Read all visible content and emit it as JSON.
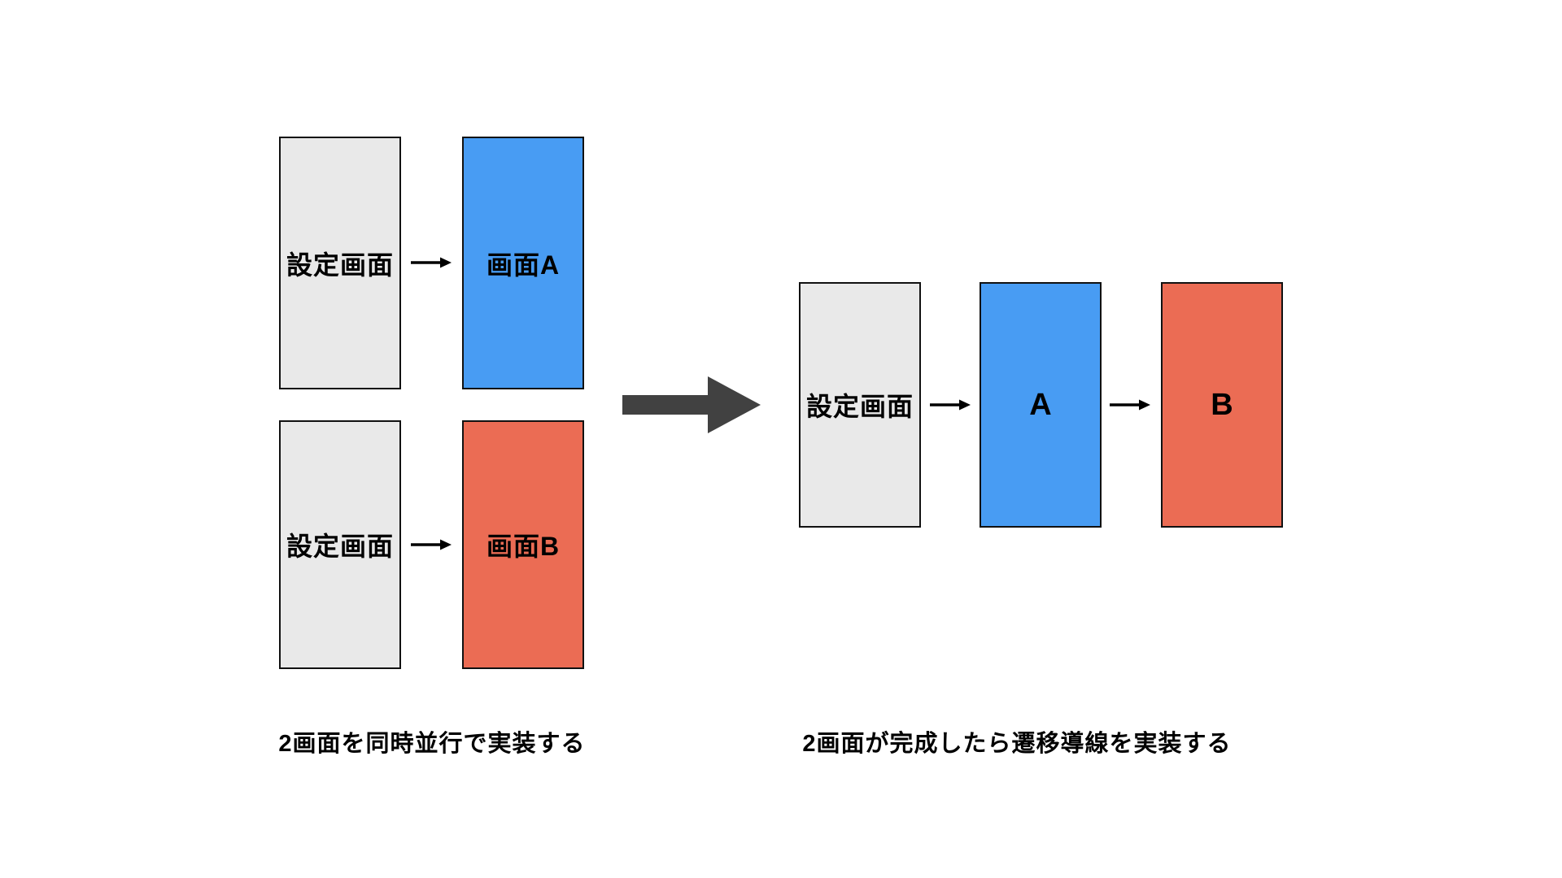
{
  "diagram": {
    "title_visible": false,
    "colors": {
      "background": "#FFFFFF",
      "gray_fill": "#E9E9E9",
      "blue_fill": "#489CF3",
      "red_fill": "#EB6C54",
      "box_border": "#111111",
      "small_arrow": "#000000",
      "big_arrow": "#414141",
      "text": "#000000"
    },
    "left_group": {
      "caption": "2画面を同時並行で実装する",
      "rows": [
        {
          "source_label": "設定画面",
          "target_label": "画面A",
          "target_color": "#489CF3"
        },
        {
          "source_label": "設定画面",
          "target_label": "画面B",
          "target_color": "#EB6C54"
        }
      ]
    },
    "transform_arrow": {
      "meaning": "then"
    },
    "right_group": {
      "caption": "2画面が完成したら遷移導線を実装する",
      "flow": [
        {
          "label": "設定画面",
          "fill": "#E9E9E9"
        },
        {
          "label": "A",
          "fill": "#489CF3"
        },
        {
          "label": "B",
          "fill": "#EB6C54"
        }
      ]
    }
  }
}
